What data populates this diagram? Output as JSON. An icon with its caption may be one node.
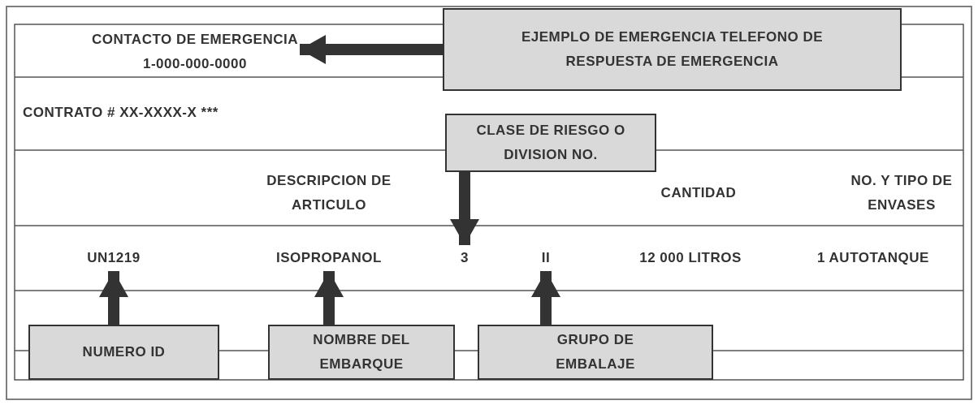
{
  "diagram": {
    "nodes": [
      {
        "text": [
          "CONTACTO DE EMERGENCIA",
          "1-000-000-0000"
        ]
      },
      {
        "text": [
          "EJEMPLO DE EMERGENCIA TELEFONO DE RESPUESTA DE EMERGENCIA"
        ]
      },
      {
        "text": [
          "CLASE DE RIESGO O DIVISION NO."
        ]
      },
      {
        "text": [
          "UN1219"
        ]
      },
      {
        "text": [
          "ISOPROPANOL"
        ]
      },
      {
        "text": [
          "3"
        ]
      },
      {
        "text": [
          "II"
        ]
      },
      {
        "text": [
          "NUMERO ID"
        ]
      },
      {
        "text": [
          "NOMBRE DEL EMBARQUE"
        ]
      },
      {
        "text": [
          "GRUPO DE EMBALAJE"
        ]
      }
    ],
    "edges": [
      {
        "from": 1,
        "to": 0,
        "arrow": "to"
      },
      {
        "from": 2,
        "to": 5,
        "arrow": "to"
      },
      {
        "from": 7,
        "to": 3,
        "arrow": "to"
      },
      {
        "from": 8,
        "to": 4,
        "arrow": "to"
      },
      {
        "from": 9,
        "to": 6,
        "arrow": "to"
      }
    ],
    "labels": [
      "CONTRATO # XX-XXXX-X ***",
      "DESCRIPCION DE ARTICULO",
      "CANTIDAD",
      "NO. Y TIPO DE ENVASES",
      "12 000 LITROS",
      "1 AUTOTANQUE"
    ]
  }
}
